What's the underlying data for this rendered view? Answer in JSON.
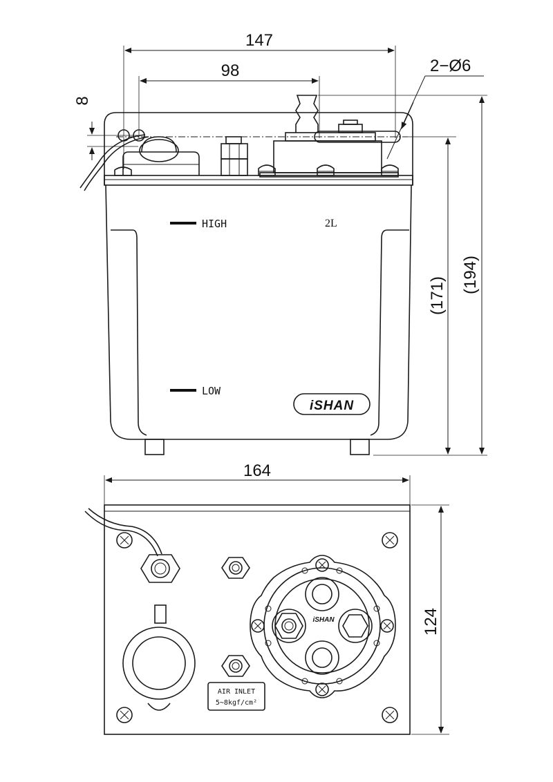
{
  "dimensions": {
    "width_total": "147",
    "width_holes": "98",
    "plate_thickness": "8",
    "holes": "2−Ø6",
    "height_body": "(171)",
    "height_total": "(194)",
    "base_width": "164",
    "base_depth": "124"
  },
  "front_view": {
    "level_high": "HIGH",
    "level_low": "LOW",
    "capacity": "2L",
    "brand": "iSHAN"
  },
  "top_view": {
    "brand": "iSHAN",
    "air_inlet_label": "AIR INLET",
    "air_inlet_pressure": "5∼8kgf/cm²"
  },
  "colors": {
    "line": "#1a1a1a",
    "background": "#ffffff"
  }
}
